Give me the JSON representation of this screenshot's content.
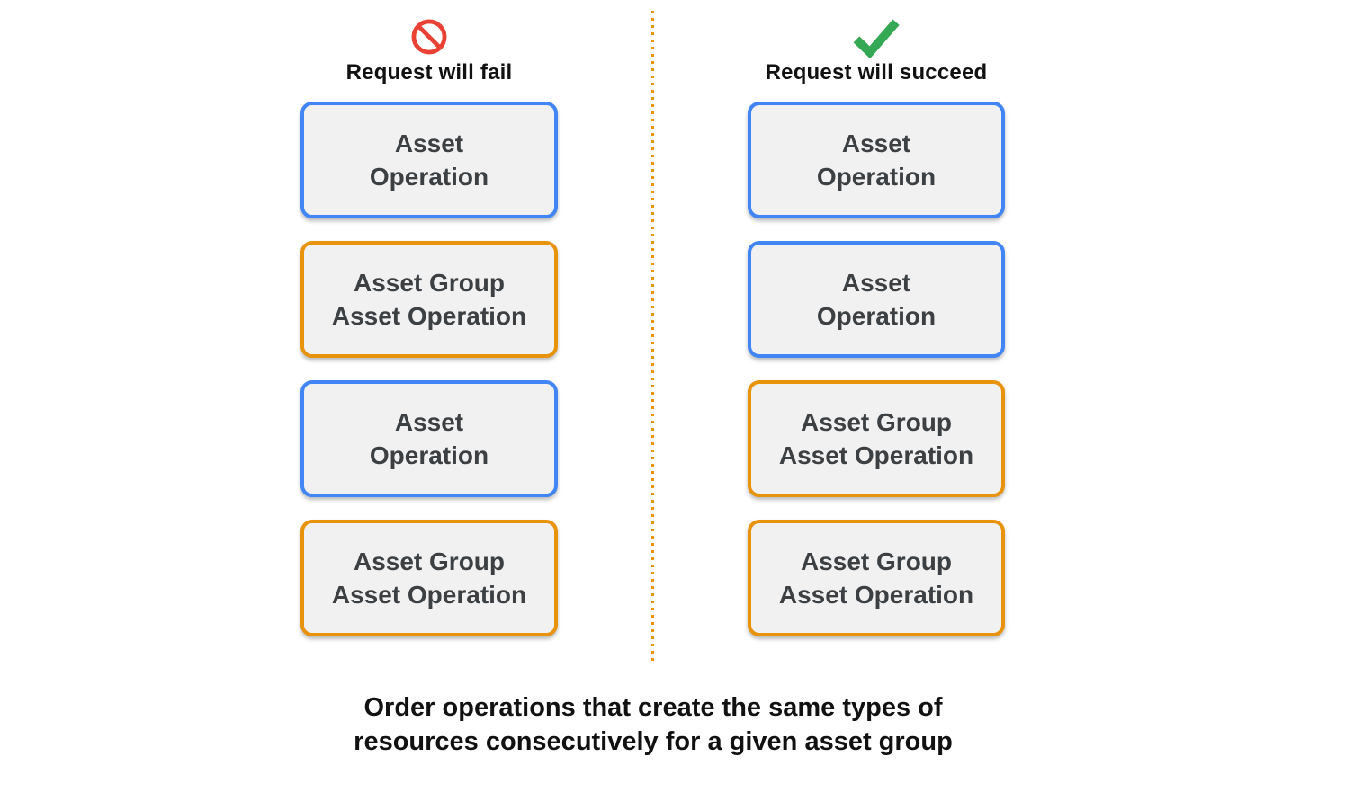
{
  "colors": {
    "blue": "#4285F4",
    "orange": "#E8930C",
    "box_background": "#F1F1F2",
    "box_text": "#3C4043",
    "fail_icon_red": "#E94235",
    "success_icon_green": "#34A853",
    "divider": "#E8930C",
    "heading_text": "#111111"
  },
  "columns": [
    {
      "id": "fail",
      "icon": "prohibited-icon",
      "title": "Request will fail",
      "boxes": [
        {
          "variant": "blue",
          "lines": [
            "Asset",
            "Operation"
          ]
        },
        {
          "variant": "orange",
          "lines": [
            "Asset Group",
            "Asset Operation"
          ]
        },
        {
          "variant": "blue",
          "lines": [
            "Asset",
            "Operation"
          ]
        },
        {
          "variant": "orange",
          "lines": [
            "Asset Group",
            "Asset Operation"
          ]
        }
      ]
    },
    {
      "id": "succeed",
      "icon": "checkmark-icon",
      "title": "Request will succeed",
      "boxes": [
        {
          "variant": "blue",
          "lines": [
            "Asset",
            "Operation"
          ]
        },
        {
          "variant": "blue",
          "lines": [
            "Asset",
            "Operation"
          ]
        },
        {
          "variant": "orange",
          "lines": [
            "Asset Group",
            "Asset Operation"
          ]
        },
        {
          "variant": "orange",
          "lines": [
            "Asset Group",
            "Asset Operation"
          ]
        }
      ]
    }
  ],
  "caption": {
    "lines": [
      "Order operations that create the same types of",
      "resources consecutively for a given asset group"
    ]
  }
}
